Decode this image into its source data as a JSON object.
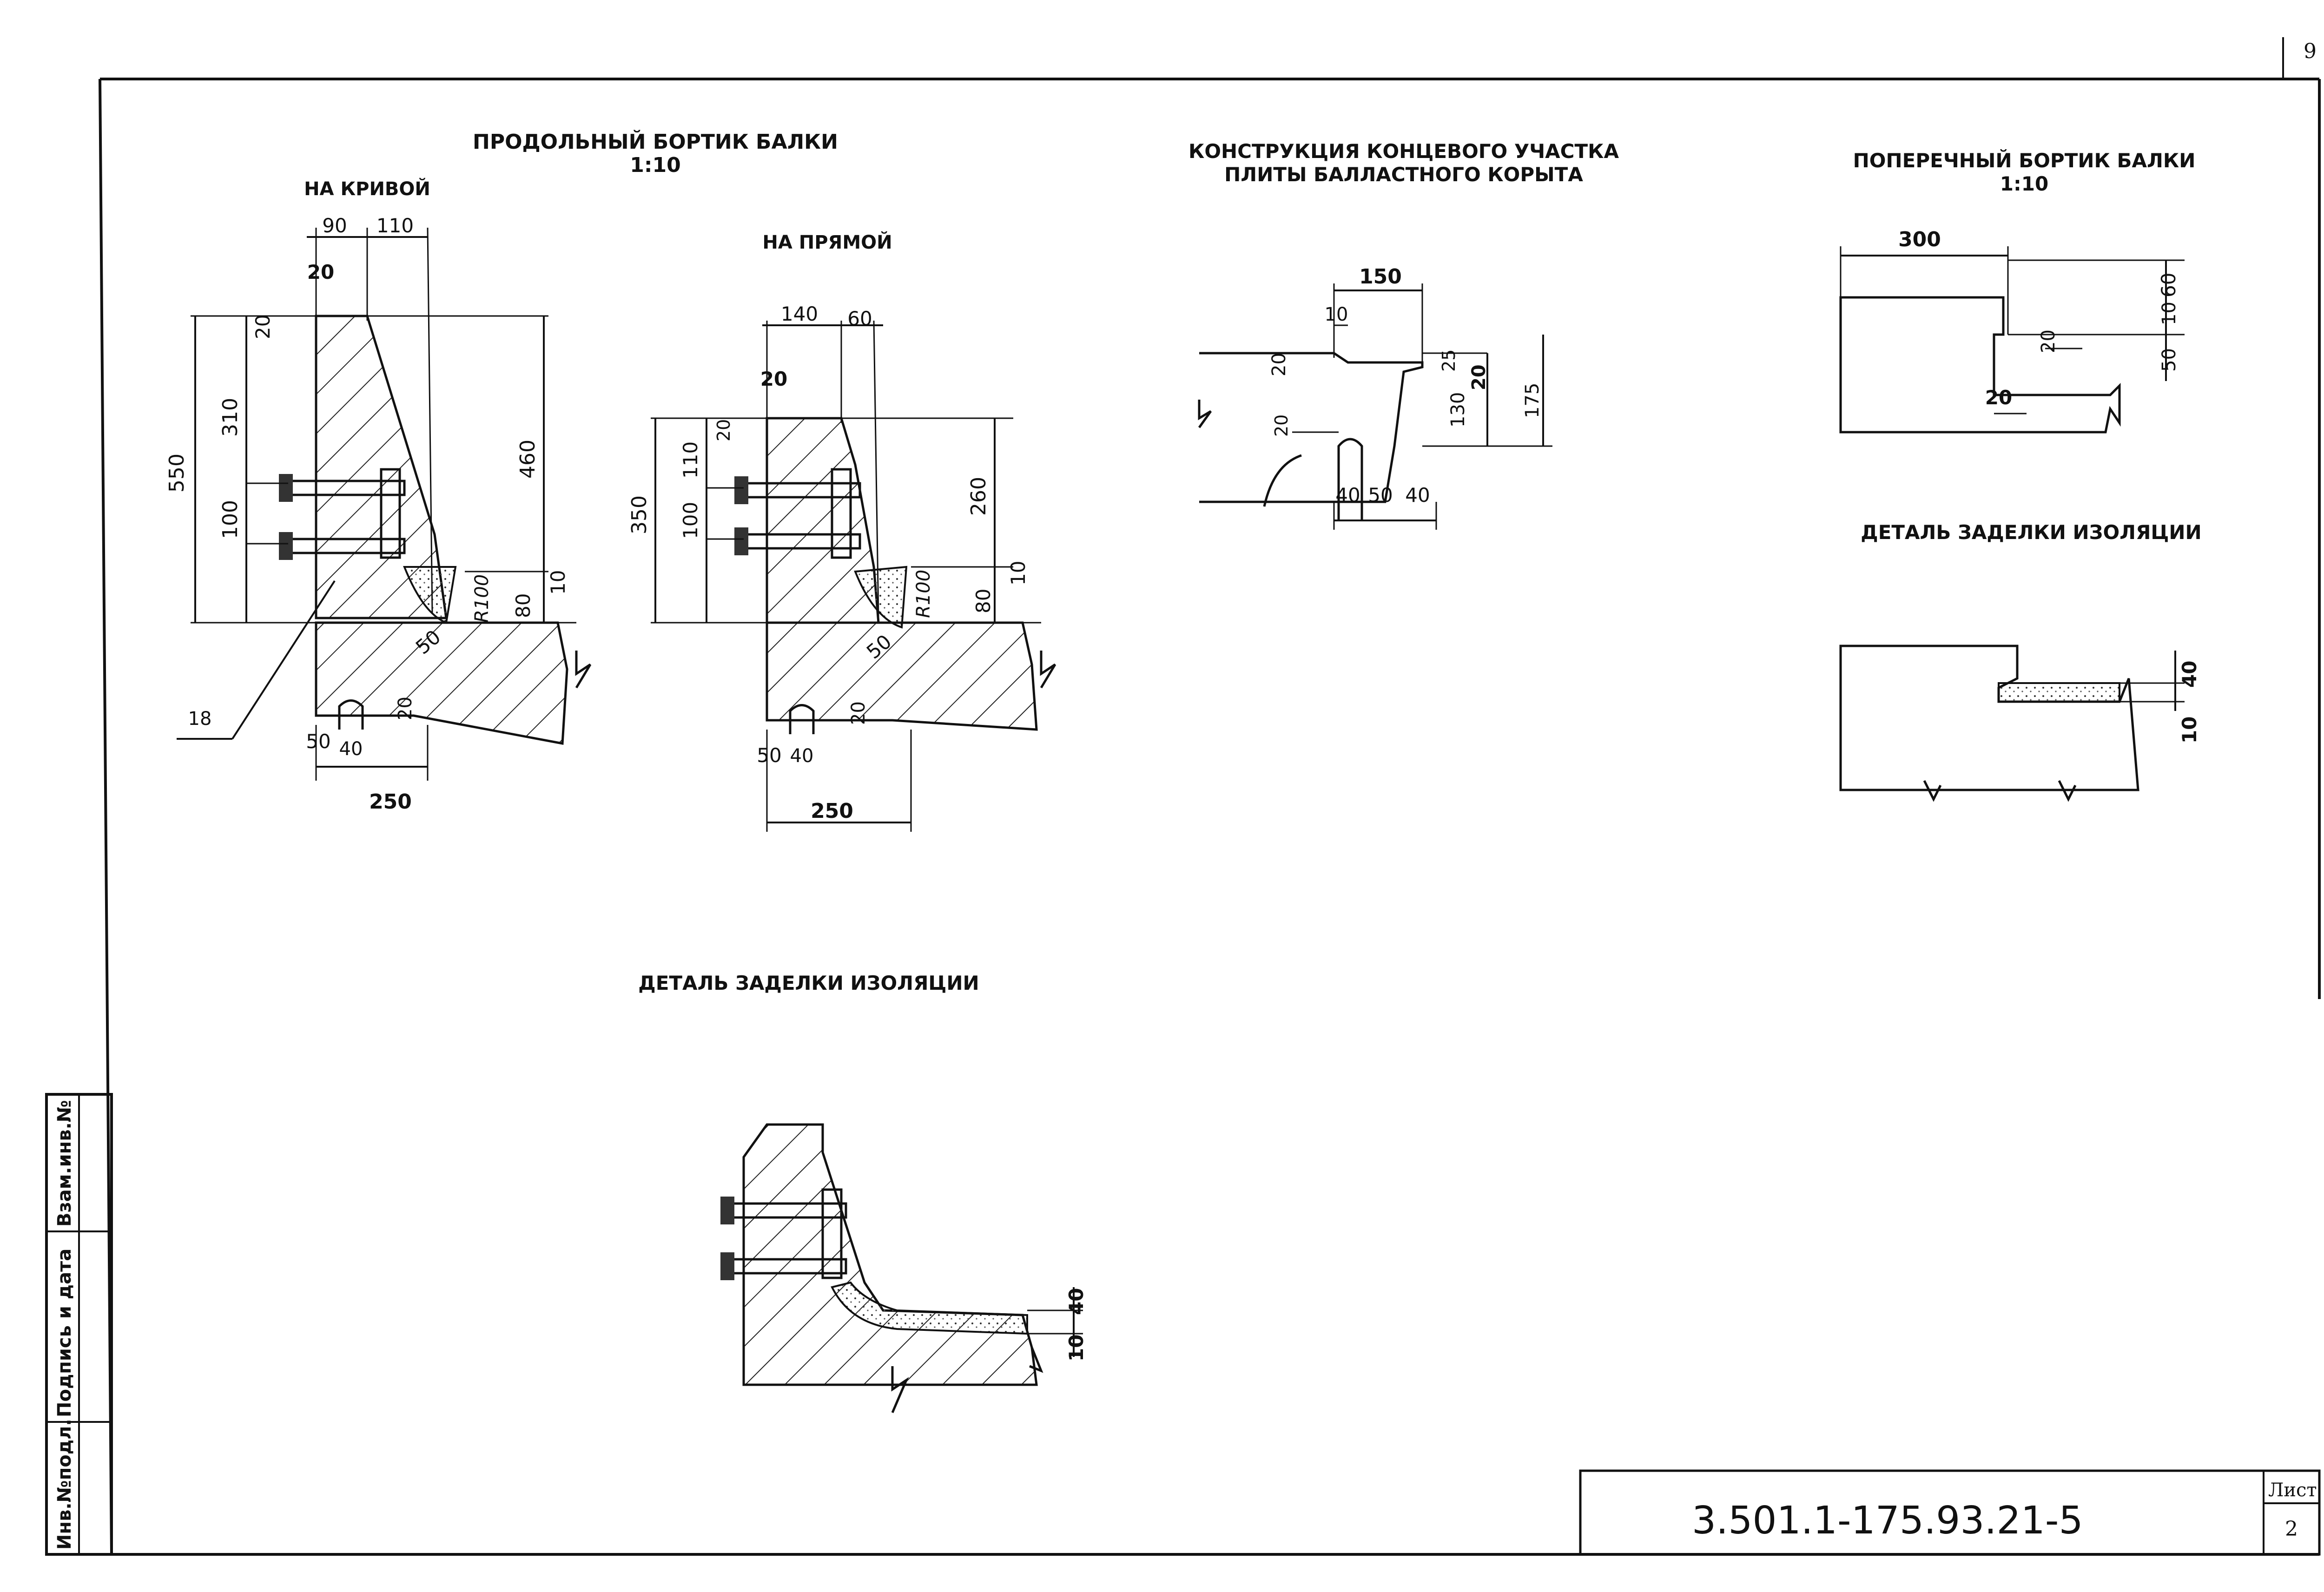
{
  "page_number": "9",
  "stamp": {
    "inv_no": "Инв.№подл.",
    "signature_date": "Подпись и дата",
    "replaced_inv": "Взам.инв.№"
  },
  "title_block": {
    "code": "3.501.1-175.93.21-5",
    "sheet_label": "Лист",
    "sheet_number": "2"
  },
  "views": {
    "longitudinal": {
      "title": "ПРОДОЛЬНЫЙ БОРТИК БАЛКИ",
      "scale": "1:10",
      "curve_label": "НА КРИВОЙ",
      "straight_label": "НА ПРЯМОЙ",
      "curve_dims": [
        "90",
        "110",
        "20",
        "20",
        "310",
        "550",
        "100",
        "460",
        "R100",
        "80",
        "10",
        "50",
        "20",
        "50",
        "40",
        "250",
        "18"
      ],
      "straight_dims": [
        "140",
        "60",
        "20",
        "20",
        "110",
        "350",
        "100",
        "260",
        "R100",
        "80",
        "10",
        "50",
        "20",
        "50",
        "40",
        "250"
      ]
    },
    "end_section": {
      "title_line1": "КОНСТРУКЦИЯ КОНЦЕВОГО УЧАСТКА",
      "title_line2": "ПЛИТЫ БАЛЛАСТНОГО КОРЫТА",
      "dims": [
        "150",
        "10",
        "20",
        "25",
        "20",
        "130",
        "175",
        "20",
        "40",
        "50",
        "40"
      ]
    },
    "transverse": {
      "title": "ПОПЕРЕЧНЫЙ БОРТИК БАЛКИ",
      "scale": "1:10",
      "dims": [
        "300",
        "60",
        "10",
        "20",
        "50",
        "20"
      ]
    },
    "insulation_detail_right": {
      "title": "ДЕТАЛЬ ЗАДЕЛКИ ИЗОЛЯЦИИ",
      "dims": [
        "40",
        "10"
      ]
    },
    "insulation_detail_bottom": {
      "title": "ДЕТАЛЬ ЗАДЕЛКИ ИЗОЛЯЦИИ",
      "dims": [
        "40",
        "10"
      ]
    }
  }
}
